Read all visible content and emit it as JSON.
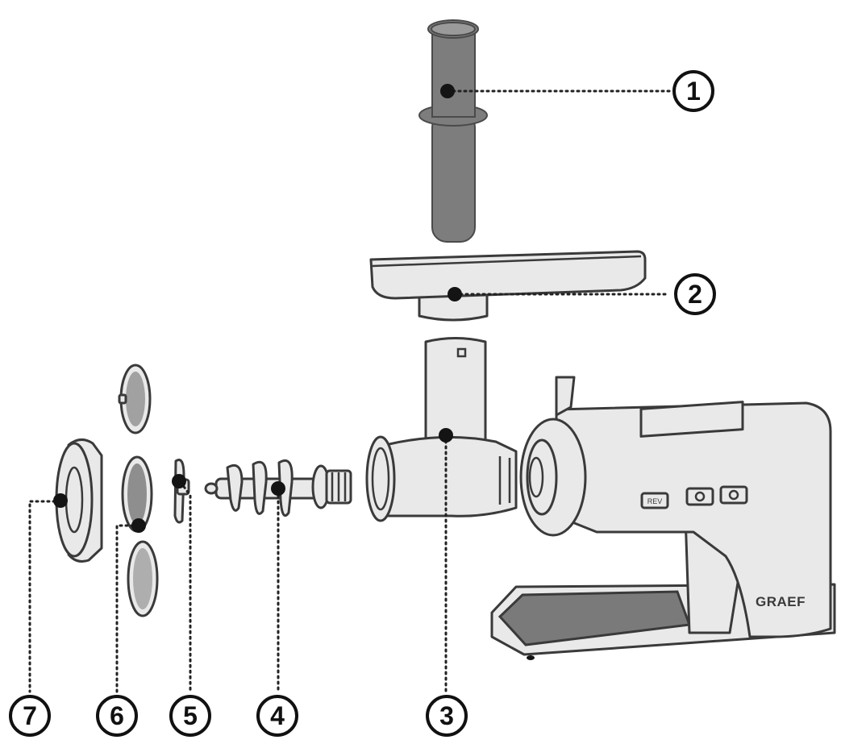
{
  "labels": {
    "pusher": "1",
    "tray": "2",
    "housing": "3",
    "screw": "4",
    "knife": "5",
    "plates": "6",
    "ring": "7"
  },
  "device": {
    "brand": "GRAEF",
    "rev_button": "REV"
  }
}
